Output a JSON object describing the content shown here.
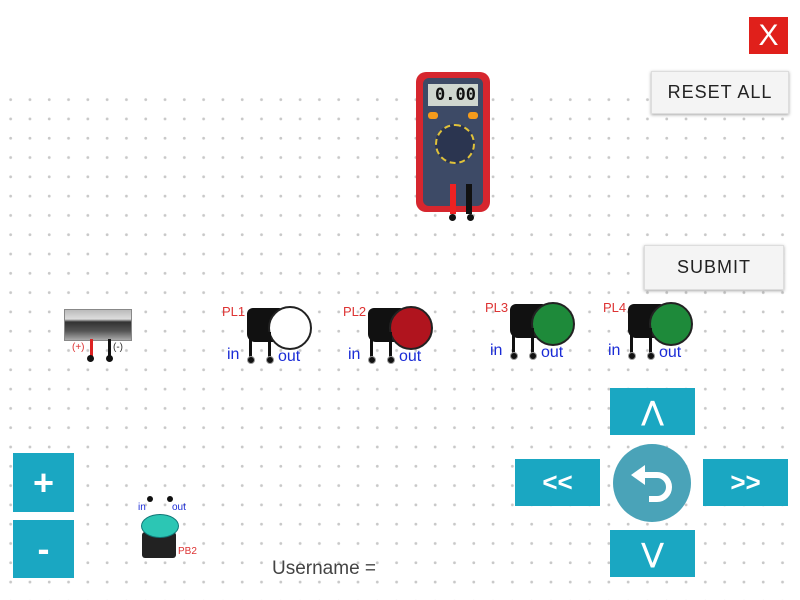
{
  "close_label": "X",
  "reset_label": "RESET ALL",
  "submit_label": "SUBMIT",
  "multimeter": {
    "display": "0.00"
  },
  "power_supply": {
    "pos": "(+)",
    "neg": "(-)"
  },
  "lamps": [
    {
      "label": "PL1",
      "color": "#ffffff",
      "in": "in",
      "out": "out"
    },
    {
      "label": "PL2",
      "color": "#b0141e",
      "in": "in",
      "out": "out"
    },
    {
      "label": "PL3",
      "color": "#1e8a3a",
      "in": "in",
      "out": "out"
    },
    {
      "label": "PL4",
      "color": "#1e8a3a",
      "in": "in",
      "out": "out"
    }
  ],
  "pushbutton": {
    "label": "PB2",
    "in": "in",
    "out": "out"
  },
  "zoom": {
    "plus": "+",
    "minus": "-"
  },
  "nav": {
    "up": "⋀",
    "down": "⋁",
    "left": "<<",
    "right": ">>"
  },
  "username_label": "Username ="
}
